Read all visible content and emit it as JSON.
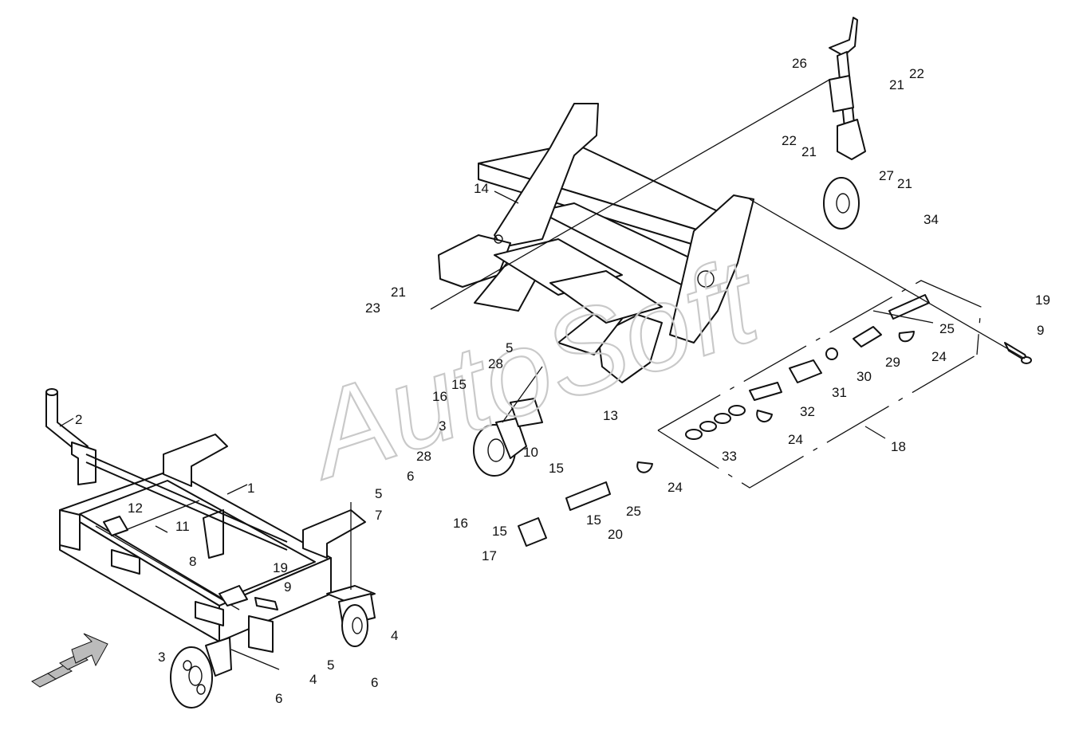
{
  "watermark": "AutoSoft",
  "labels": [
    {
      "id": "l1",
      "text": "1"
    },
    {
      "id": "l2",
      "text": "2"
    },
    {
      "id": "l3a",
      "text": "3"
    },
    {
      "id": "l3b",
      "text": "3"
    },
    {
      "id": "l4a",
      "text": "4"
    },
    {
      "id": "l4b",
      "text": "4"
    },
    {
      "id": "l5a",
      "text": "5"
    },
    {
      "id": "l5b",
      "text": "5"
    },
    {
      "id": "l5c",
      "text": "5"
    },
    {
      "id": "l6a",
      "text": "6"
    },
    {
      "id": "l6b",
      "text": "6"
    },
    {
      "id": "l6c",
      "text": "6"
    },
    {
      "id": "l7",
      "text": "7"
    },
    {
      "id": "l8",
      "text": "8"
    },
    {
      "id": "l9a",
      "text": "9"
    },
    {
      "id": "l9b",
      "text": "9"
    },
    {
      "id": "l10",
      "text": "10"
    },
    {
      "id": "l11",
      "text": "11"
    },
    {
      "id": "l12",
      "text": "12"
    },
    {
      "id": "l13",
      "text": "13"
    },
    {
      "id": "l14",
      "text": "14"
    },
    {
      "id": "l15a",
      "text": "15"
    },
    {
      "id": "l15b",
      "text": "15"
    },
    {
      "id": "l15c",
      "text": "15"
    },
    {
      "id": "l15d",
      "text": "15"
    },
    {
      "id": "l16a",
      "text": "16"
    },
    {
      "id": "l16b",
      "text": "16"
    },
    {
      "id": "l17",
      "text": "17"
    },
    {
      "id": "l18",
      "text": "18"
    },
    {
      "id": "l19a",
      "text": "19"
    },
    {
      "id": "l19b",
      "text": "19"
    },
    {
      "id": "l20",
      "text": "20"
    },
    {
      "id": "l21a",
      "text": "21"
    },
    {
      "id": "l21b",
      "text": "21"
    },
    {
      "id": "l21c",
      "text": "21"
    },
    {
      "id": "l21d",
      "text": "21"
    },
    {
      "id": "l22a",
      "text": "22"
    },
    {
      "id": "l22b",
      "text": "22"
    },
    {
      "id": "l23",
      "text": "23"
    },
    {
      "id": "l24a",
      "text": "24"
    },
    {
      "id": "l24b",
      "text": "24"
    },
    {
      "id": "l24c",
      "text": "24"
    },
    {
      "id": "l25a",
      "text": "25"
    },
    {
      "id": "l25b",
      "text": "25"
    },
    {
      "id": "l26",
      "text": "26"
    },
    {
      "id": "l27",
      "text": "27"
    },
    {
      "id": "l28a",
      "text": "28"
    },
    {
      "id": "l28b",
      "text": "28"
    },
    {
      "id": "l29",
      "text": "29"
    },
    {
      "id": "l30",
      "text": "30"
    },
    {
      "id": "l31",
      "text": "31"
    },
    {
      "id": "l32",
      "text": "32"
    },
    {
      "id": "l33",
      "text": "33"
    },
    {
      "id": "l34",
      "text": "34"
    }
  ]
}
